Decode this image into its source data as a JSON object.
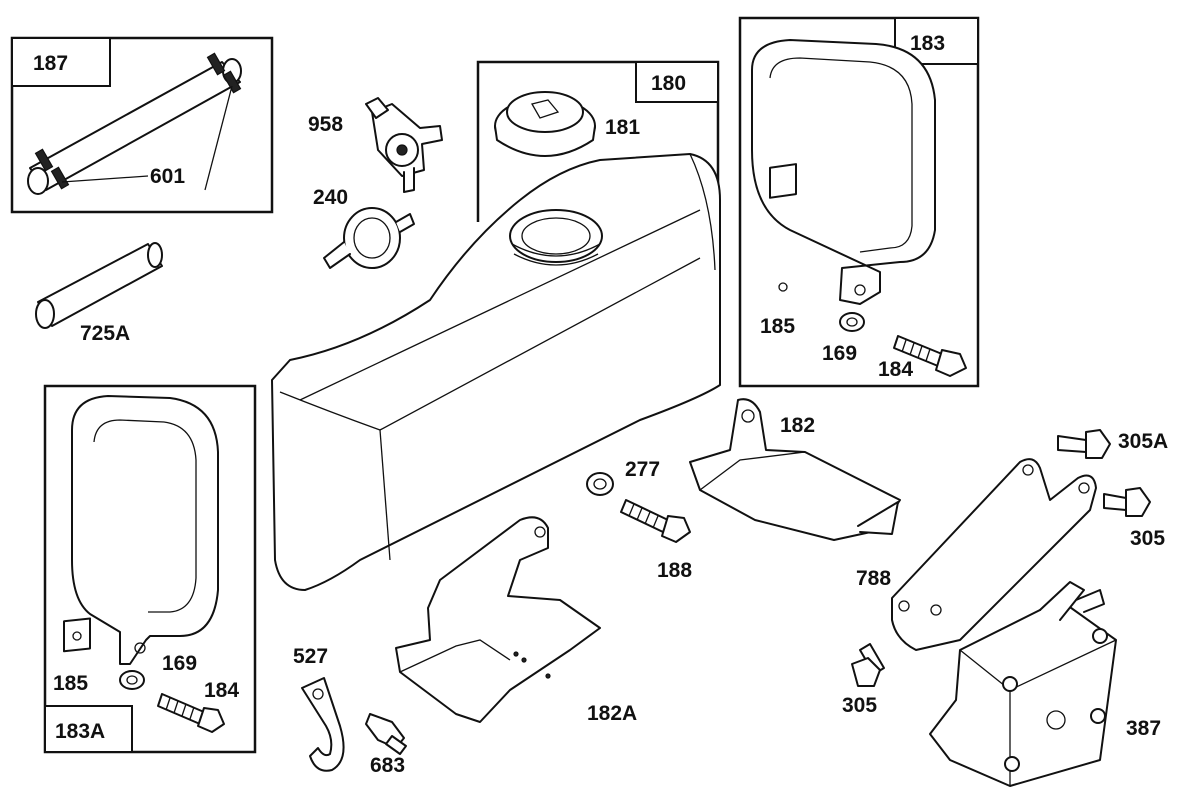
{
  "labels": {
    "l187": "187",
    "l601": "601",
    "l725a": "725A",
    "l958": "958",
    "l240": "240",
    "l180": "180",
    "l181": "181",
    "l183": "183",
    "l185_top": "185",
    "l169_top": "169",
    "l184_top": "184",
    "l182": "182",
    "l277": "277",
    "l188": "188",
    "l305a": "305A",
    "l305_right": "305",
    "l788": "788",
    "l305_bottom": "305",
    "l387": "387",
    "l527": "527",
    "l683": "683",
    "l182a": "182A",
    "l183a": "183A",
    "l185_left": "185",
    "l169_left": "169",
    "l184_left": "184"
  }
}
